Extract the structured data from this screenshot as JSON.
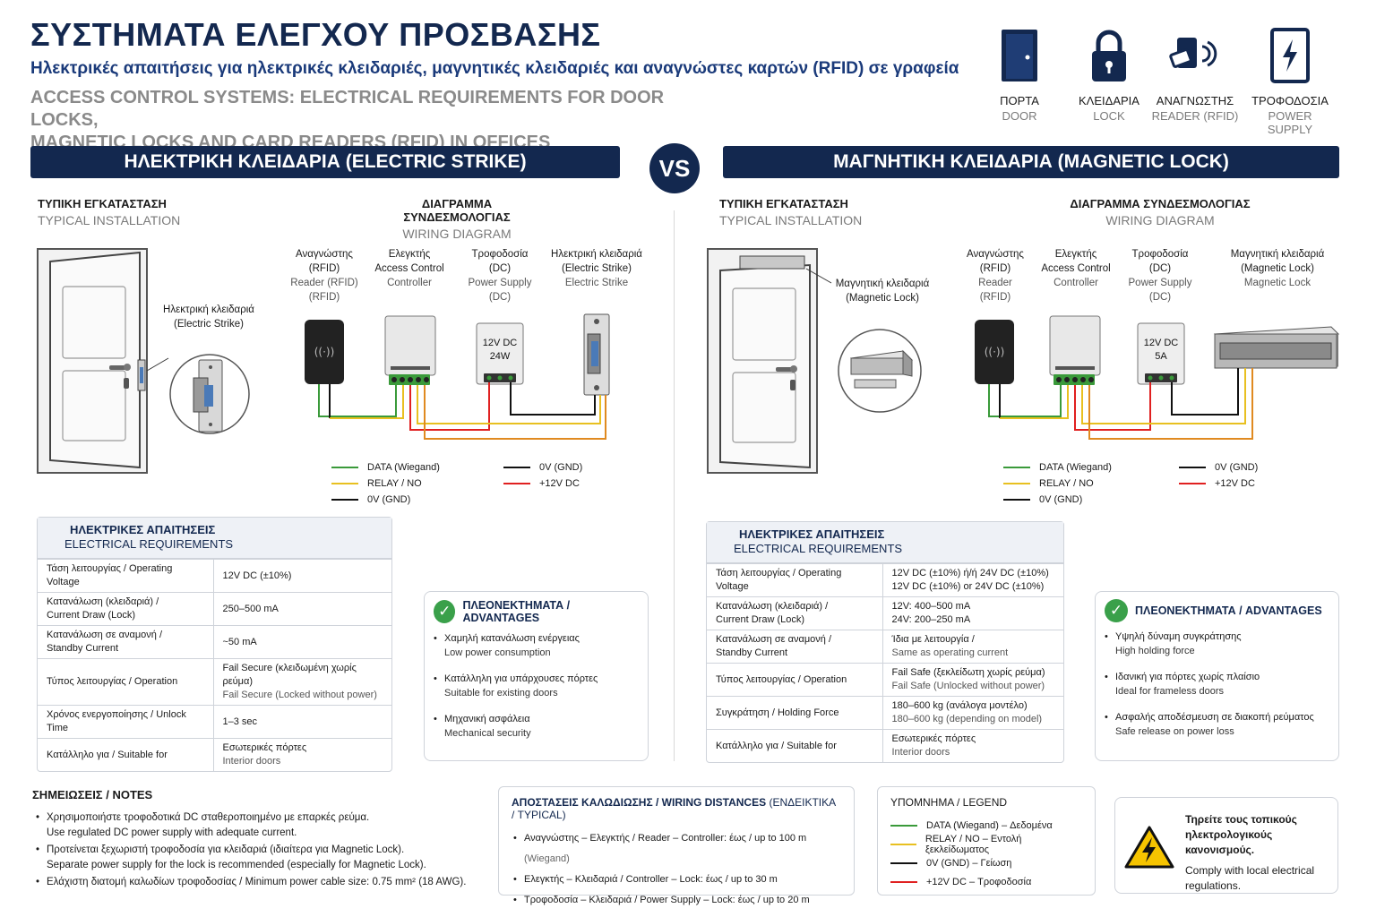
{
  "header": {
    "title_gr": "ΣΥΣΤΗΜΑΤΑ ΕΛΕΓΧΟΥ ΠΡΟΣΒΑΣΗΣ",
    "subtitle_gr": "Ηλεκτρικές απαιτήσεις για ηλεκτρικές κλειδαριές, μαγνητικές κλειδαριές και αναγνώστες καρτών (RFID) σε γραφεία",
    "title_en_1": "ACCESS CONTROL SYSTEMS: ELECTRICAL REQUIREMENTS FOR DOOR LOCKS,",
    "title_en_2": "MAGNETIC LOCKS AND CARD READERS (RFID) IN OFFICES"
  },
  "top_icons": [
    {
      "icon": "door-icon",
      "gr": "ΠΟΡΤΑ",
      "en": "DOOR"
    },
    {
      "icon": "padlock-icon",
      "gr": "ΚΛΕΙΔΑΡΙΑ",
      "en": "LOCK"
    },
    {
      "icon": "card-reader-icon",
      "gr": "ΑΝΑΓΝΩΣΤΗΣ",
      "en": "READER (RFID)"
    },
    {
      "icon": "power-supply-icon",
      "gr": "ΤΡΟΦΟΔΟΣΙΑ",
      "en": "POWER SUPPLY"
    }
  ],
  "vs": "VS",
  "left": {
    "band": "ΗΛΕΚΤΡΙΚΗ ΚΛΕΙΔΑΡΙΑ (ELECTRIC STRIKE)",
    "install_gr": "ΤΥΠΙΚΗ ΕΓΚΑΤΑΣΤΑΣΗ",
    "install_en": "TYPICAL INSTALLATION",
    "install_label_1": "Ηλεκτρική κλειδαριά",
    "install_label_2": "(Electric Strike)",
    "wiring_gr": "ΔΙΑΓΡΑΜΜΑ ΣΥΝΔΕΣΜΟΛΟΓΙΑΣ",
    "wiring_en": "WIRING DIAGRAM",
    "components": [
      {
        "l1": "Αναγνώστης",
        "l2": "(RFID)",
        "l3": "Reader (RFID)",
        "l4": "(RFID)"
      },
      {
        "l1": "Ελεγκτής",
        "l2": "Access Control",
        "l3": "Controller",
        "l4": ""
      },
      {
        "l1": "Τροφοδοσία",
        "l2": "(DC)",
        "l3": "Power Supply",
        "l4": "(DC)"
      },
      {
        "l1": "Ηλεκτρική κλειδαριά",
        "l2": "(Electric Strike)",
        "l3": "Electric Strike",
        "l4": ""
      }
    ],
    "psu_text_1": "12V DC",
    "psu_text_2": "24W",
    "legend": {
      "data": "DATA (Wiegand)",
      "relay": "RELAY / NO",
      "gnd": "0V (GND)",
      "gnd2": "0V (GND)",
      "v12": "+12V DC"
    },
    "req_title_gr": "ΗΛΕΚΤΡΙΚΕΣ ΑΠΑΙΤΗΣΕΙΣ",
    "req_title_en": "ELECTRICAL REQUIREMENTS",
    "req_rows": [
      {
        "k1": "Τάση λειτουργίας / Operating Voltage",
        "k2": "",
        "v1": "12V DC (±10%)",
        "v2": ""
      },
      {
        "k1": "Κατανάλωση (κλειδαριά) /",
        "k2": "Current Draw (Lock)",
        "v1": "250–500 mA",
        "v2": ""
      },
      {
        "k1": "Κατανάλωση σε αναμονή /",
        "k2": "Standby Current",
        "v1": "~50 mA",
        "v2": ""
      },
      {
        "k1": "Τύπος λειτουργίας / Operation",
        "k2": "",
        "v1": "Fail Secure (κλειδωμένη χωρίς ρεύμα)",
        "v2": "Fail Secure (Locked without power)"
      },
      {
        "k1": "Χρόνος ενεργοποίησης / Unlock Time",
        "k2": "",
        "v1": "1–3 sec",
        "v2": ""
      },
      {
        "k1": "Κατάλληλο για / Suitable for",
        "k2": "",
        "v1": "Εσωτερικές πόρτες",
        "v2": "Interior doors"
      }
    ],
    "adv_title": "ΠΛΕΟΝΕΚΤΗΜΑΤΑ / ADVANTAGES",
    "adv_items": [
      {
        "gr": "Χαμηλή κατανάλωση ενέργειας",
        "en": "Low power consumption"
      },
      {
        "gr": "Κατάλληλη για υπάρχουσες πόρτες",
        "en": "Suitable for existing doors"
      },
      {
        "gr": "Μηχανική ασφάλεια",
        "en": "Mechanical security"
      }
    ]
  },
  "right": {
    "band": "ΜΑΓΝΗΤΙΚΗ ΚΛΕΙΔΑΡΙΑ (MAGNETIC LOCK)",
    "install_gr": "ΤΥΠΙΚΗ ΕΓΚΑΤΑΣΤΑΣΗ",
    "install_en": "TYPICAL INSTALLATION",
    "install_label_1": "Μαγνητική κλειδαριά",
    "install_label_2": "(Magnetic Lock)",
    "wiring_gr": "ΔΙΑΓΡΑΜΜΑ ΣΥΝΔΕΣΜΟΛΟΓΙΑΣ",
    "wiring_en": "WIRING DIAGRAM",
    "components": [
      {
        "l1": "Αναγνώστης",
        "l2": "(RFID)",
        "l3": "Reader",
        "l4": "(RFID)"
      },
      {
        "l1": "Ελεγκτής",
        "l2": "Access Control",
        "l3": "Controller",
        "l4": ""
      },
      {
        "l1": "Τροφοδοσία",
        "l2": "(DC)",
        "l3": "Power Supply",
        "l4": "(DC)"
      },
      {
        "l1": "Μαγνητική κλειδαριά",
        "l2": "(Magnetic Lock)",
        "l3": "Magnetic Lock",
        "l4": ""
      }
    ],
    "psu_text_1": "12V DC",
    "psu_text_2": "5A",
    "legend": {
      "data": "DATA (Wiegand)",
      "relay": "RELAY / NO",
      "gnd": "0V (GND)",
      "gnd2": "0V (GND)",
      "v12": "+12V DC"
    },
    "req_title_gr": "ΗΛΕΚΤΡΙΚΕΣ ΑΠΑΙΤΗΣΕΙΣ",
    "req_title_en": "ELECTRICAL REQUIREMENTS",
    "req_rows": [
      {
        "k1": "Τάση λειτουργίας / Operating Voltage",
        "k2": "",
        "v1": "12V DC (±10%) ή/ή 24V DC (±10%)",
        "v2": "12V DC (±10%) or 24V DC (±10%)"
      },
      {
        "k1": "Κατανάλωση (κλειδαριά) /",
        "k2": "Current Draw (Lock)",
        "v1": "12V: 400–500 mA",
        "v2": "24V: 200–250 mA"
      },
      {
        "k1": "Κατανάλωση σε αναμονή /",
        "k2": "Standby Current",
        "v1": "Ίδια με λειτουργία /",
        "v2": "Same as operating current"
      },
      {
        "k1": "Τύπος λειτουργίας / Operation",
        "k2": "",
        "v1": "Fail Safe (ξεκλείδωτη χωρίς ρεύμα)",
        "v2": "Fail Safe (Unlocked without power)"
      },
      {
        "k1": "Συγκράτηση / Holding Force",
        "k2": "",
        "v1": "180–600 kg (ανάλογα μοντέλο)",
        "v2": "180–600 kg (depending on model)"
      },
      {
        "k1": "Κατάλληλο για / Suitable for",
        "k2": "",
        "v1": "Εσωτερικές πόρτες",
        "v2": "Interior doors"
      }
    ],
    "adv_title": "ΠΛΕΟΝΕΚΤΗΜΑΤΑ / ADVANTAGES",
    "adv_items": [
      {
        "gr": "Υψηλή δύναμη συγκράτησης",
        "en": "High holding force"
      },
      {
        "gr": "Ιδανική για πόρτες χωρίς πλαίσιο",
        "en": "Ideal for frameless doors"
      },
      {
        "gr": "Ασφαλής αποδέσμευση σε διακοπή ρεύματος",
        "en": "Safe release on power loss"
      }
    ]
  },
  "notes": {
    "title": "ΣΗΜΕΙΩΣΕΙΣ / NOTES",
    "items": [
      {
        "gr": "Χρησιμοποιήστε τροφοδοτικά DC σταθεροποιημένο με επαρκές ρεύμα.",
        "en": "Use regulated DC power supply with adequate current."
      },
      {
        "gr": "Προτείνεται ξεχωριστή τροφοδοσία για κλειδαριά (ιδιαίτερα για Magnetic Lock).",
        "en": "Separate power supply for the lock is recommended (especially for Magnetic Lock)."
      },
      {
        "gr": "Ελάχιστη διατομή καλωδίων τροφοδοσίας / Minimum power cable size: 0.75 mm² (18 AWG).",
        "en": ""
      }
    ]
  },
  "distances": {
    "title_a": "ΑΠΟΣΤΑΣΕΙΣ ΚΑΛΩΔΙΩΣΗΣ / WIRING DISTANCES",
    "title_b": "(ΕΝΔΕΙΚΤΙΚΑ / TYPICAL)",
    "items": [
      {
        "a": "Αναγνώστης – Ελεγκτής / Reader – Controller: έως / up to 100 m",
        "b": " (Wiegand)"
      },
      {
        "a": "Ελεγκτής – Κλειδαριά / Controller – Lock: έως / up to 30 m",
        "b": ""
      },
      {
        "a": "Τροφοδοσία – Κλειδαριά / Power Supply – Lock: έως / up to 20 m",
        "b": ""
      }
    ]
  },
  "legend_box": {
    "title": "ΥΠΟΜΝΗΜΑ / LEGEND",
    "items": [
      {
        "color": "#3a9a3a",
        "text": "DATA (Wiegand) – Δεδομένα"
      },
      {
        "color": "#e8c020",
        "text": "RELAY / NO – Εντολή ξεκλείδωματος"
      },
      {
        "color": "#111111",
        "text": "0V (GND) – Γείωση"
      },
      {
        "color": "#e02020",
        "text": "+12V DC – Τροφοδοσία"
      }
    ]
  },
  "warning": {
    "gr1": "Τηρείτε τους τοπικούς",
    "gr2": "ηλεκτρολογικούς κανονισμούς.",
    "en1": "Comply with local electrical",
    "en2": "regulations."
  },
  "colors": {
    "navy": "#13284f",
    "data": "#3a9a3a",
    "relay": "#e8c020",
    "gnd": "#111111",
    "v12": "#e02020",
    "orange": "#e08a20"
  }
}
